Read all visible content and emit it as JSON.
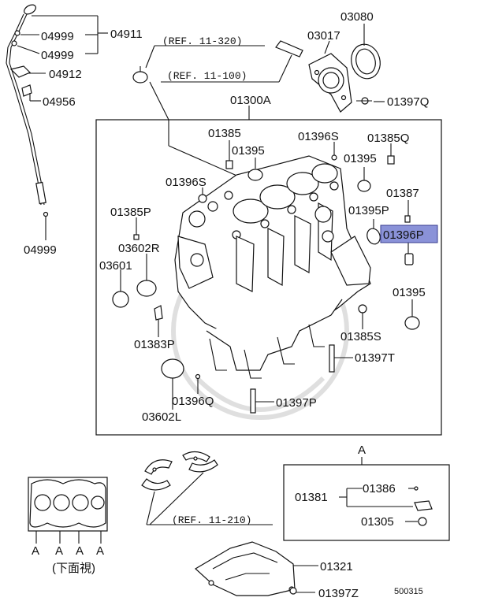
{
  "parts": {
    "p04911": "04911",
    "p04999_a": "04999",
    "p04999_b": "04999",
    "p04912": "04912",
    "p04956": "04956",
    "p04999_c": "04999",
    "p03080": "03080",
    "p03017": "03017",
    "p01397Q": "01397Q",
    "p01300A": "01300A",
    "p01385": "01385",
    "p01395_a": "01395",
    "p01396S_a": "01396S",
    "p01385Q": "01385Q",
    "p01395_b": "01395",
    "p01396S_b": "01396S",
    "p01387": "01387",
    "p01395P": "01395P",
    "p01396P": "01396P",
    "p01385P": "01385P",
    "p03602R": "03602R",
    "p03601": "03601",
    "p01395_c": "01395",
    "p01383P": "01383P",
    "p01385S": "01385S",
    "p01397T": "01397T",
    "p01396Q": "01396Q",
    "p01397P": "01397P",
    "p03602L": "03602L",
    "p01386": "01386",
    "p01381": "01381",
    "p01305": "01305",
    "p01321": "01321",
    "p01397Z": "01397Z"
  },
  "refs": {
    "ref_320": "(REF. 11-320)",
    "ref_100": "(REF. 11-100)",
    "ref_210": "(REF. 11-210)"
  },
  "detail": {
    "detail_letter": "A",
    "a1": "A",
    "a2": "A",
    "a3": "A",
    "a4": "A",
    "bottom_view_label": "(下面視)"
  },
  "diagram_number": "500315",
  "highlight_color": "#8a92d8"
}
